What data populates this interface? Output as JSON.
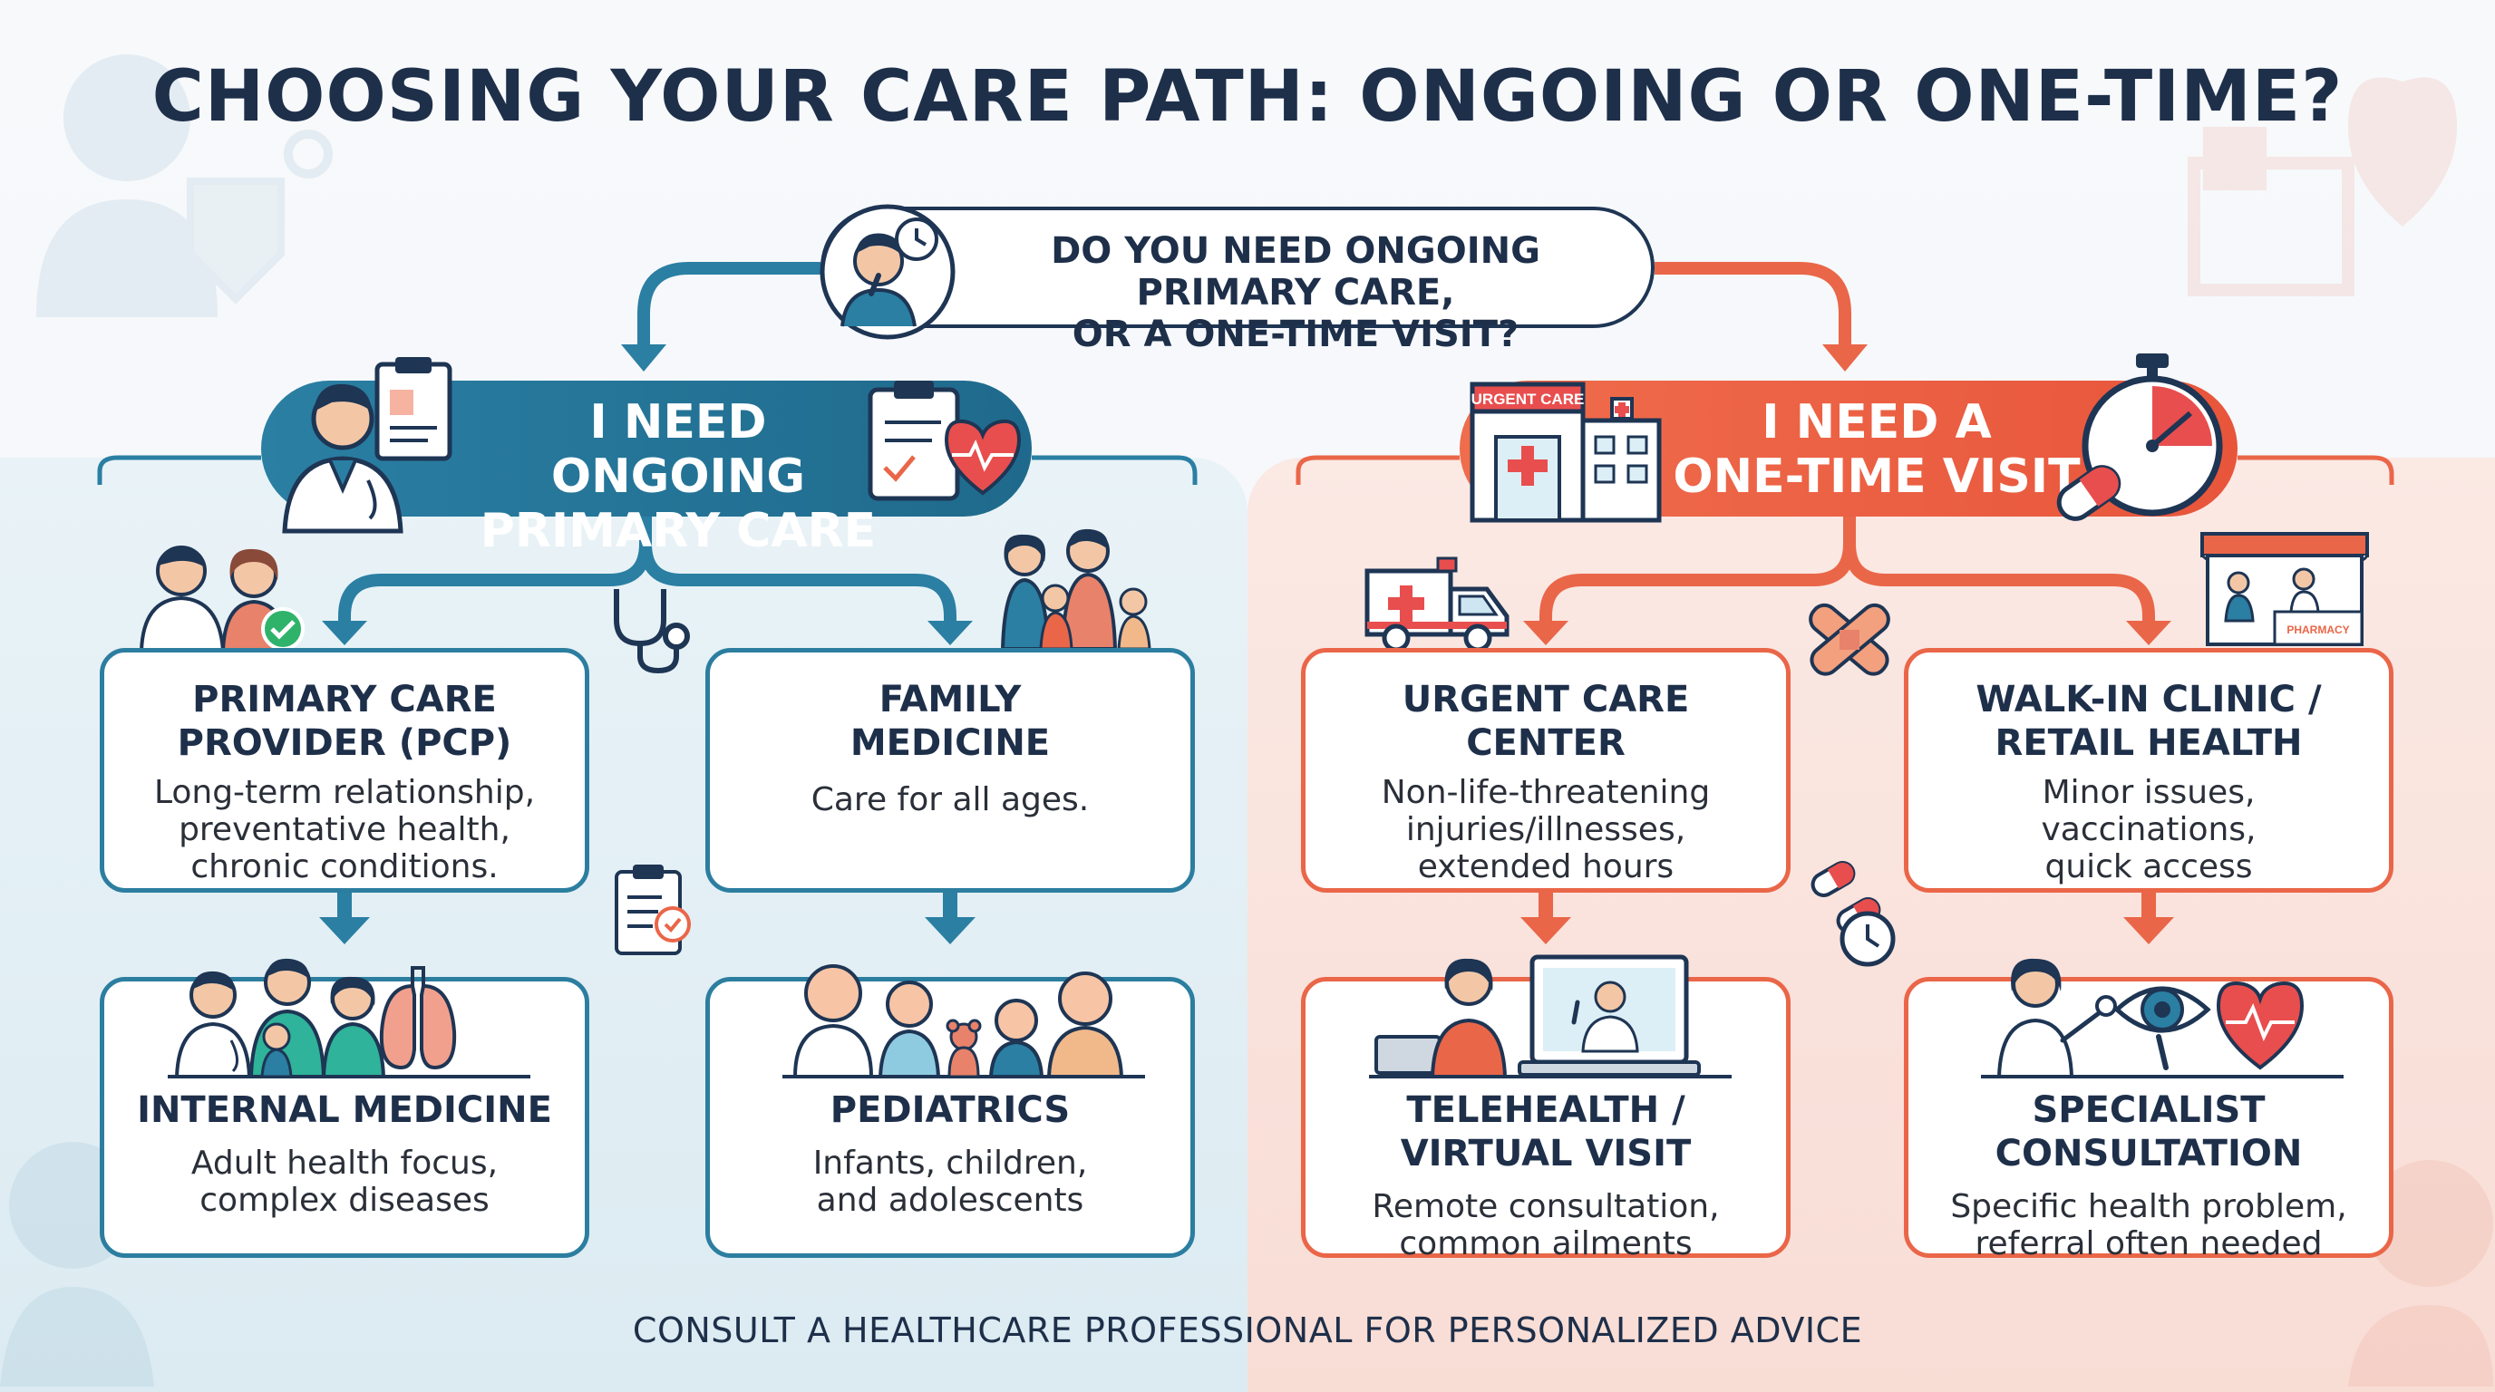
{
  "title": "CHOOSING YOUR CARE PATH: ONGOING OR ONE-TIME?",
  "question": {
    "line1": "DO YOU NEED ONGOING PRIMARY CARE,",
    "line2": "OR A ONE-TIME VISIT?"
  },
  "ongoing": {
    "line1": "I NEED ONGOING",
    "line2": "PRIMARY CARE",
    "cards": {
      "pcp": {
        "title1": "PRIMARY CARE",
        "title2": "PROVIDER (PCP)",
        "desc1": "Long-term relationship,",
        "desc2": "preventative health,",
        "desc3": "chronic conditions."
      },
      "family": {
        "title1": "FAMILY",
        "title2": "MEDICINE",
        "desc1": "Care for all ages."
      },
      "internal": {
        "title": "INTERNAL MEDICINE",
        "desc1": "Adult health focus,",
        "desc2": "complex diseases"
      },
      "pediatrics": {
        "title": "PEDIATRICS",
        "desc1": "Infants, children,",
        "desc2": "and adolescents"
      }
    }
  },
  "onetime": {
    "line1": "I NEED A",
    "line2": "ONE-TIME VISIT",
    "building_sign": "URGENT CARE",
    "pharmacy_sign": "PHARMACY",
    "cards": {
      "urgent": {
        "title1": "URGENT CARE",
        "title2": "CENTER",
        "desc1": "Non-life-threatening",
        "desc2": "injuries/illnesses,",
        "desc3": "extended hours"
      },
      "walkin": {
        "title1": "WALK-IN CLINIC /",
        "title2": "RETAIL HEALTH",
        "desc1": "Minor issues,",
        "desc2": "vaccinations,",
        "desc3": "quick access"
      },
      "telehealth": {
        "title": "TELEHEALTH / VIRTUAL VISIT",
        "desc1": "Remote consultation,",
        "desc2": "common ailments"
      },
      "specialist": {
        "title": "SPECIALIST CONSULTATION",
        "desc1": "Specific health problem,",
        "desc2": "referral often needed"
      }
    }
  },
  "footer": "CONSULT A HEALTHCARE PROFESSIONAL FOR PERSONALIZED ADVICE",
  "colors": {
    "navy": "#1e2f4a",
    "teal": "#2a7fa3",
    "coral": "#ea6648",
    "skin": "#f3c7a6"
  }
}
